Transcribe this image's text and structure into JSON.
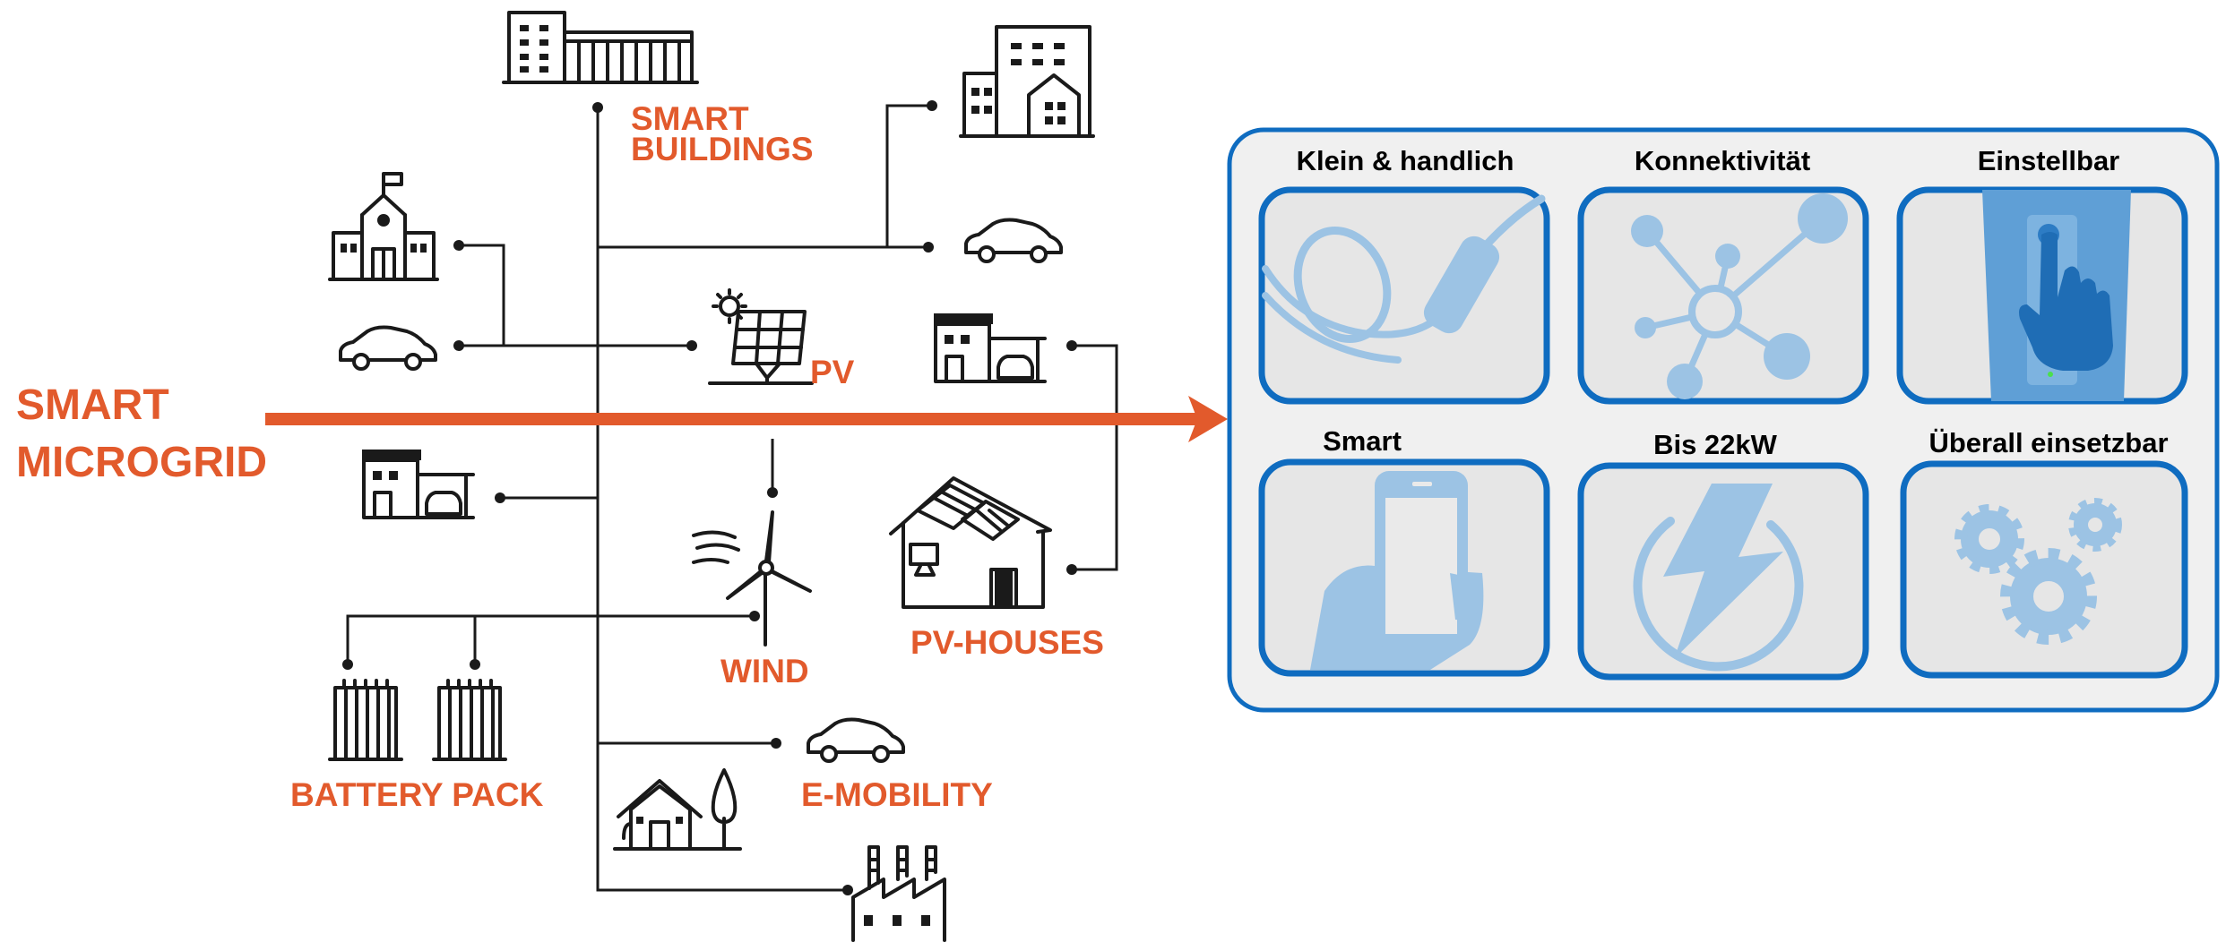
{
  "smart_microgrid": {
    "line1": "SMART",
    "line2": "MICROGRID"
  },
  "nodes": {
    "smart_buildings": {
      "line1": "SMART",
      "line2": "BUILDINGS"
    },
    "pv": "PV",
    "wind": "WIND",
    "pv_houses": "PV-HOUSES",
    "battery_pack": "BATTERY PACK",
    "e_mobility": "E-MOBILITY"
  },
  "features": [
    {
      "title": "Klein & handlich",
      "icon": "charging-cable-icon"
    },
    {
      "title": "Konnektivität",
      "icon": "network-icon"
    },
    {
      "title": "Einstellbar",
      "icon": "touch-adjust-icon"
    },
    {
      "title": "Smart",
      "icon": "smartphone-icon"
    },
    {
      "title": "Bis 22kW",
      "icon": "lightning-icon"
    },
    {
      "title": "Überall einsetzbar",
      "icon": "gears-icon"
    }
  ],
  "colors": {
    "accent": "#e25a2c",
    "panel_border": "#0f6cc0",
    "panel_bg": "#f0f0f0",
    "icon_fill": "#9cc3e4"
  }
}
